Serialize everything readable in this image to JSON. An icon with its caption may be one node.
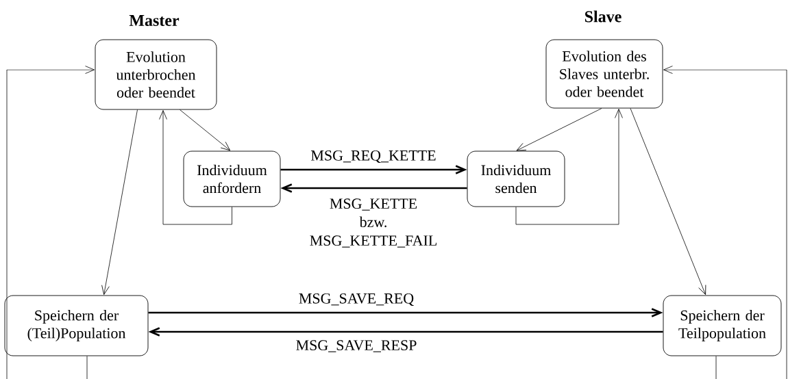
{
  "diagram": {
    "nodes": [
      {
        "text": [
          "Evolution unterbrochen oder beendet"
        ]
      },
      {
        "text": [
          "Evolution des Slaves unterbr. oder beendet"
        ]
      },
      {
        "text": [
          "Individuum anfordern"
        ]
      },
      {
        "text": [
          "Individuum senden"
        ]
      },
      {
        "text": [
          "Speichern der (Teil)Population"
        ]
      },
      {
        "text": [
          "Speichern der Teilpopulation"
        ]
      }
    ],
    "edges": [
      {
        "from": 0,
        "to": 2,
        "arrow": "to"
      },
      {
        "from": 2,
        "to": 0,
        "arrow": "to"
      },
      {
        "from": 1,
        "to": 3,
        "arrow": "to"
      },
      {
        "from": 3,
        "to": 1,
        "arrow": "to"
      },
      {
        "from": 2,
        "to": 3,
        "arrow": "to",
        "label": "MSG_REQ_KETTE",
        "style": "thick"
      },
      {
        "from": 3,
        "to": 2,
        "arrow": "to",
        "label": "MSG_KETTE bzw. MSG_KETTE_FAIL",
        "style": "thick"
      },
      {
        "from": 0,
        "to": 4,
        "arrow": "to"
      },
      {
        "from": 1,
        "to": 5,
        "arrow": "to"
      },
      {
        "from": 4,
        "to": 5,
        "arrow": "to",
        "label": "MSG_SAVE_REQ",
        "style": "thick"
      },
      {
        "from": 5,
        "to": 4,
        "arrow": "to",
        "label": "MSG_SAVE_RESP",
        "style": "thick"
      },
      {
        "from": 4,
        "to": 0,
        "arrow": "to"
      },
      {
        "from": 5,
        "to": 1,
        "arrow": "to"
      }
    ],
    "labels": [
      "Master",
      "Slave"
    ]
  }
}
